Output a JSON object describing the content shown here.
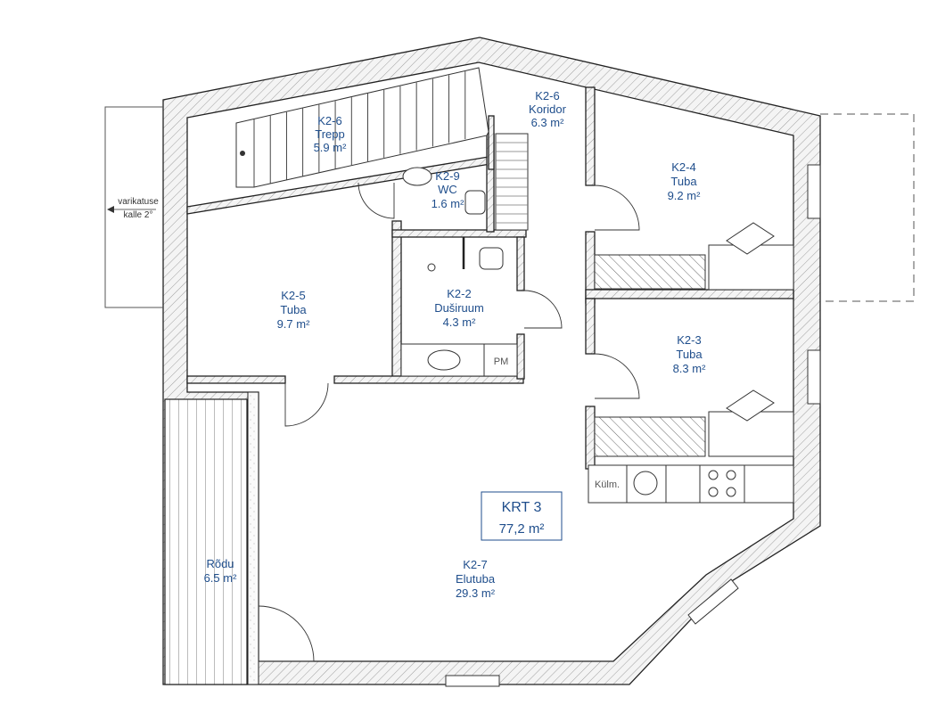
{
  "rooms": {
    "trepp": {
      "code": "K2-6",
      "name": "Trepp",
      "area": "5.9 m²"
    },
    "koridor": {
      "code": "K2-6",
      "name": "Koridor",
      "area": "6.3 m²"
    },
    "wc": {
      "code": "K2-9",
      "name": "WC",
      "area": "1.6 m²"
    },
    "tuba4": {
      "code": "K2-4",
      "name": "Tuba",
      "area": "9.2 m²"
    },
    "tuba5": {
      "code": "K2-5",
      "name": "Tuba",
      "area": "9.7 m²"
    },
    "dusiruum": {
      "code": "K2-2",
      "name": "Duširuum",
      "area": "4.3 m²"
    },
    "tuba3": {
      "code": "K2-3",
      "name": "Tuba",
      "area": "8.3 m²"
    },
    "elutuba": {
      "code": "K2-7",
      "name": "Elutuba",
      "area": "29.3 m²"
    },
    "rodu": {
      "name": "Rõdu",
      "area": "6.5 m²"
    }
  },
  "apartment": {
    "name": "KRT 3",
    "area": "77,2 m²"
  },
  "annotations": {
    "canopy_line1": "varikatuse",
    "canopy_line2": "kalle 2°",
    "pm": "PM",
    "fridge": "Külm."
  },
  "colors": {
    "label": "#1f4e8c",
    "wall_line": "#222222"
  }
}
